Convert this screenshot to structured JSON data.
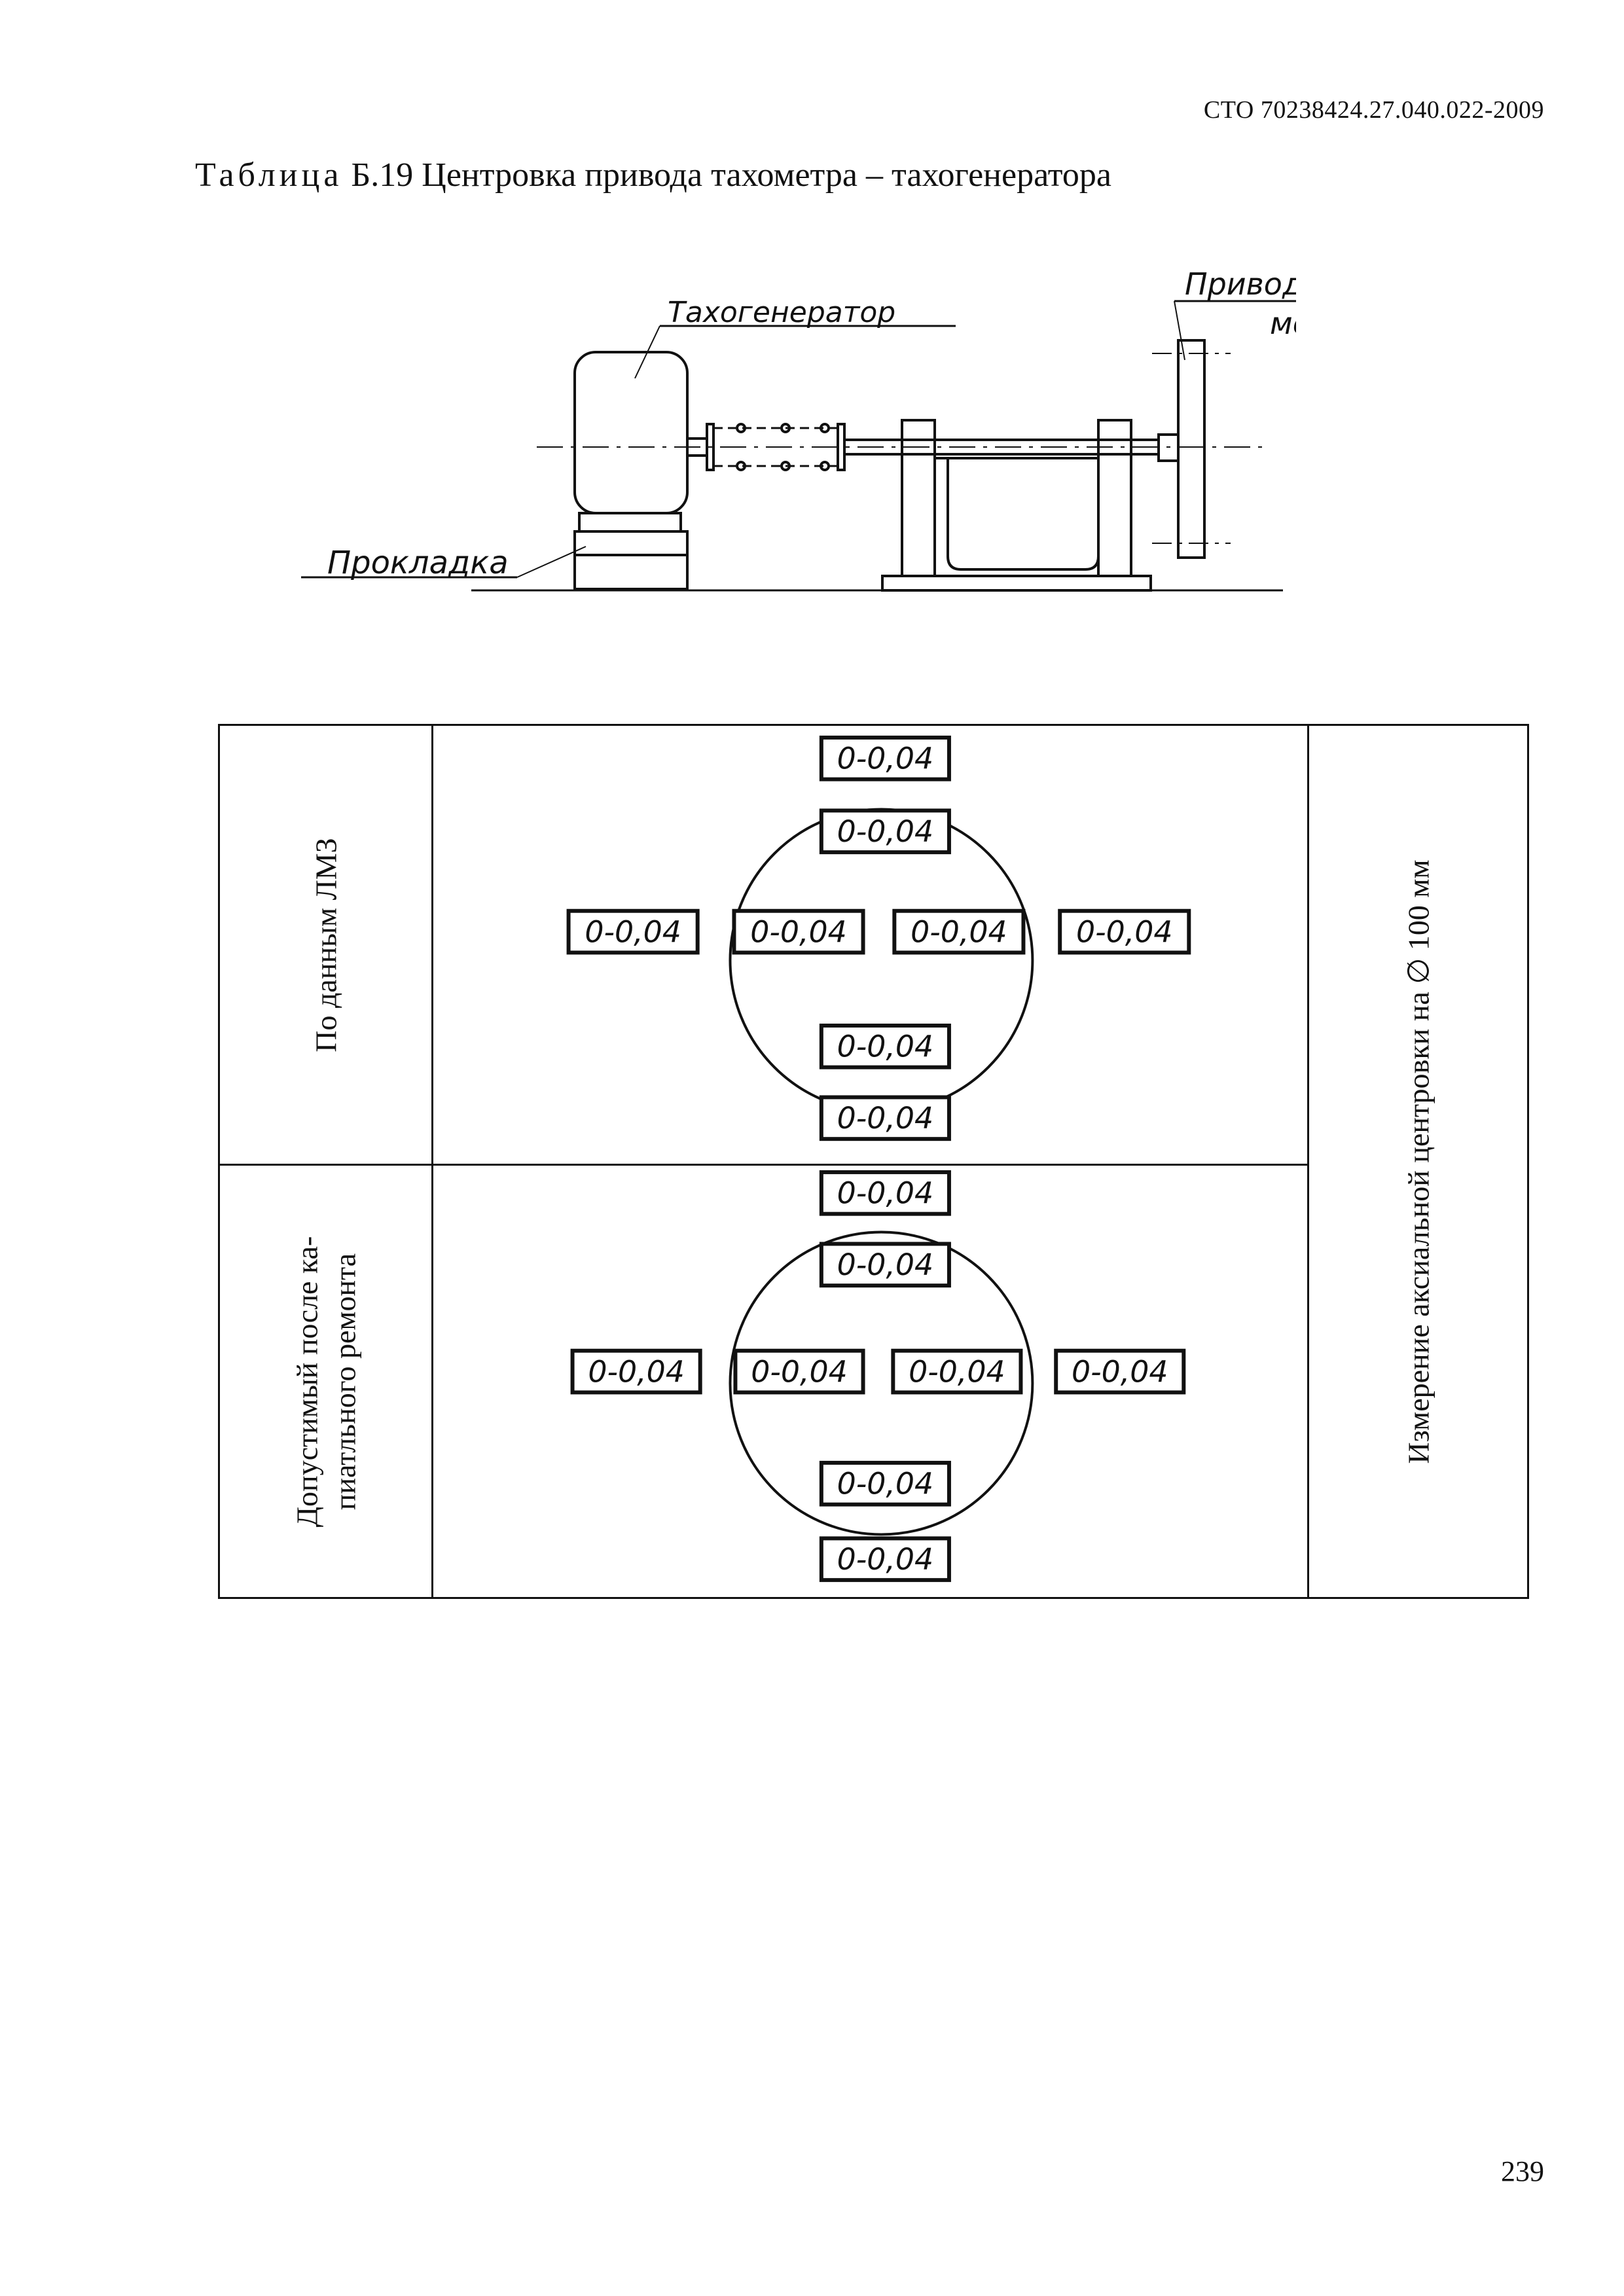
{
  "header": {
    "doc_code": "СТО 70238424.27.040.022-2009"
  },
  "title": {
    "prefix": "Таблица",
    "text": "Б.19 Центровка привода тахометра – тахогенератора"
  },
  "diagram": {
    "label_tachogenerator": "Тахогенератор",
    "label_drive_line1": "Привод к тахо-",
    "label_drive_line2": "метру",
    "label_gasket": "Прокладка"
  },
  "table": {
    "row1_label": "По данным ЛМЗ",
    "row2_label_line1": "Допустимый после ка-",
    "row2_label_line2": "пиатльного ремонта",
    "right_label": "Измерение аксиальной центровки на ∅ 100 мм",
    "row1_values": {
      "top_outer": "0-0,04",
      "top_inner": "0-0,04",
      "left_outer": "0-0,04",
      "left_inner": "0-0,04",
      "right_inner": "0-0,04",
      "right_outer": "0-0,04",
      "bottom_inner": "0-0,04",
      "bottom_outer": "0-0,04"
    },
    "row2_values": {
      "top_outer": "0-0,04",
      "top_inner": "0-0,04",
      "left_outer": "0-0,04",
      "left_inner": "0-0,04",
      "right_inner": "0-0,04",
      "right_outer": "0-0,04",
      "bottom_inner": "0-0,04",
      "bottom_outer": "0-0,04"
    }
  },
  "footer": {
    "page_number": "239"
  }
}
